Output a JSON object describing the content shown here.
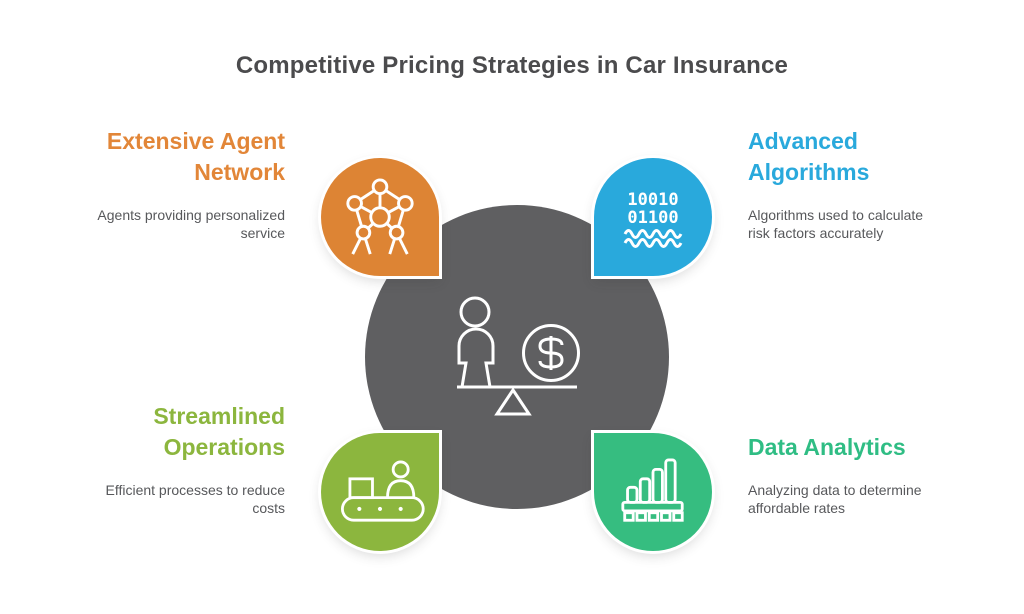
{
  "title": "Competitive Pricing Strategies in Car Insurance",
  "palette": {
    "title_text": "#4B4B4D",
    "body_text": "#57585B",
    "center_circle_gray": "#5F5F61",
    "orange": "#DD8434",
    "blue": "#29A9DC",
    "olive_green": "#8CB63E",
    "teal_green": "#36BD80",
    "icon_stroke": "#FFFFFF"
  },
  "center": {
    "icon": "person-money-balance-icon",
    "dollar_sign": "$"
  },
  "quadrants": {
    "top_left": {
      "color": "#DD8434",
      "icon": "agent-network-icon",
      "title_lines": [
        "Extensive Agent",
        "Network"
      ],
      "description_lines": [
        "Agents providing personalized",
        "service"
      ]
    },
    "top_right": {
      "color": "#29A9DC",
      "icon": "binary-code-icon",
      "binary_lines": [
        "10010",
        "01100"
      ],
      "title_lines": [
        "Advanced",
        "Algorithms"
      ],
      "description_lines": [
        "Algorithms used to calculate",
        "risk factors accurately"
      ]
    },
    "bottom_left": {
      "color": "#8CB63E",
      "icon": "conveyor-belt-icon",
      "title_lines": [
        "Streamlined",
        "Operations"
      ],
      "description_lines": [
        "Efficient processes to reduce",
        "costs"
      ]
    },
    "bottom_right": {
      "color": "#36BD80",
      "icon": "bar-chart-icon",
      "title_lines": [
        "Data Analytics"
      ],
      "description_lines": [
        "Analyzing data to determine",
        "affordable rates"
      ]
    }
  }
}
